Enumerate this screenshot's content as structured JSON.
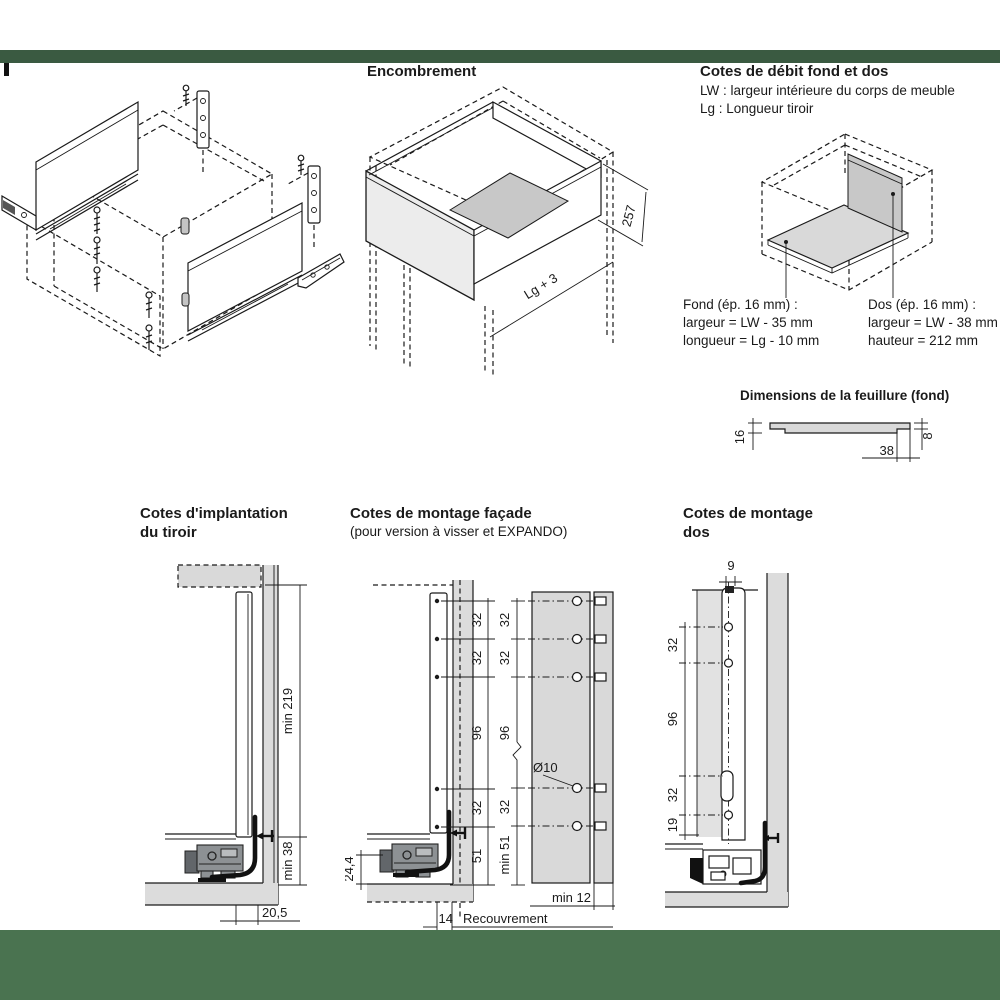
{
  "page": {
    "band_top_color": "#3a5a41",
    "band_bottom_color": "#4a7350"
  },
  "encombrement": {
    "title": "Encombrement",
    "dim_height": "257",
    "dim_length": "Lg + 3"
  },
  "debit": {
    "title": "Cotes de débit fond et dos",
    "def_lw": "LW : largeur intérieure du corps de meuble",
    "def_lg": "Lg : Longueur tiroir",
    "fond_title": "Fond (ép. 16 mm) :",
    "fond_largeur": "largeur = LW - 35 mm",
    "fond_longueur": "longueur = Lg - 10 mm",
    "dos_title": "Dos (ép. 16 mm) :",
    "dos_largeur": "largeur = LW - 38 mm",
    "dos_hauteur": "hauteur = 212 mm"
  },
  "feuillure": {
    "title": "Dimensions de la feuillure (fond)",
    "dim_16": "16",
    "dim_38": "38",
    "dim_8": "8"
  },
  "implantation": {
    "title_line1": "Cotes d'implantation",
    "title_line2": "du tiroir",
    "dim_min219": "min 219",
    "dim_min38": "min 38",
    "dim_20_5": "20,5"
  },
  "montage_facade": {
    "title": "Cotes de montage façade",
    "subtitle": "(pour version à visser et EXPANDO)",
    "side_dims": [
      "32",
      "32",
      "96",
      "32",
      "51"
    ],
    "front_dims": [
      "32",
      "32",
      "96",
      "32",
      "min 51"
    ],
    "dim_24_4": "24,4",
    "dim_14": "14",
    "recouvrement_label": "Recouvrement",
    "hole_diameter": "Ø10",
    "dim_min12": "min 12"
  },
  "montage_dos": {
    "title_line1": "Cotes de montage",
    "title_line2": "dos",
    "dim_9": "9",
    "dims": [
      "32",
      "96",
      "32",
      "19"
    ]
  }
}
